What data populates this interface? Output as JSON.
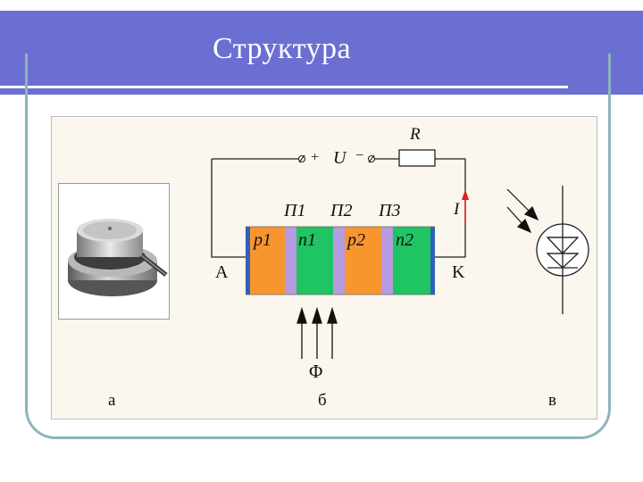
{
  "slide": {
    "title": "Структура"
  },
  "diagram": {
    "circuit": {
      "resistor_label": "R",
      "plus_sign": "+",
      "minus_sign": "−",
      "voltage_label": "U",
      "current_label": "I",
      "anode_label": "A",
      "cathode_label": "K",
      "junctions": [
        "П1",
        "П2",
        "П3"
      ],
      "layers": [
        "p1",
        "n1",
        "p2",
        "n2"
      ],
      "flux_label": "Φ"
    },
    "sublabels": {
      "a": "а",
      "b": "б",
      "v": "в"
    },
    "colors": {
      "banner": "#6b6fd1",
      "p_layer": "#f7952f",
      "n_layer": "#1fc463",
      "junction": "#b79be0",
      "contact": "#2e62b8",
      "current_arrow": "#e02020"
    }
  }
}
